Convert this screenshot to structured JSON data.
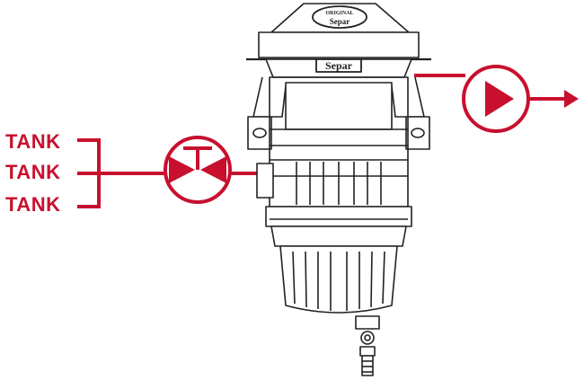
{
  "tanks": [
    "TANK",
    "TANK",
    "TANK"
  ],
  "filter": {
    "badge_top": "ORIGINAL",
    "badge_main": "Separ",
    "body_brand": "Separ"
  },
  "icons": {
    "inlet_valve": "valve-icon",
    "outlet_pump": "pump-icon",
    "outlet_arrow": "arrow-right-icon"
  },
  "colors": {
    "accent": "#c8102e",
    "outline": "#222222"
  }
}
